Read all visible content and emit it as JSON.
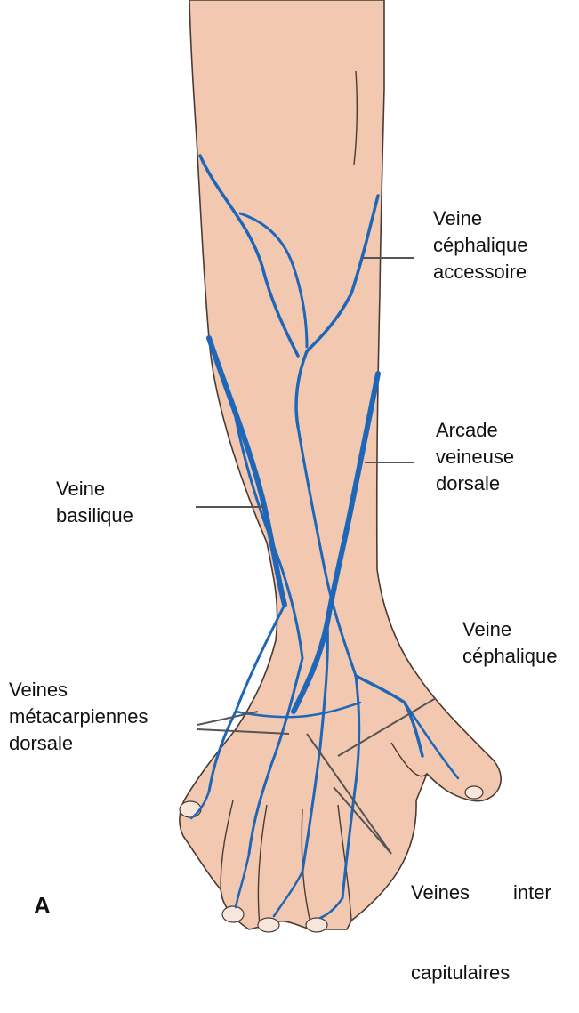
{
  "figure_letter": "A",
  "colors": {
    "skin": "#f2c9b0",
    "skin_outline": "#4a3a33",
    "vein": "#1e67b8",
    "leader_line": "#555555",
    "nail": "#f6e6dc"
  },
  "labels": {
    "cephalique_accessoire": [
      "Veine",
      "céphalique",
      "accessoire"
    ],
    "arcade_dorsale": [
      "Arcade",
      "veineuse",
      "dorsale"
    ],
    "basilique": [
      "Veine",
      "basilique"
    ],
    "cephalique": [
      "Veine",
      "céphalique"
    ],
    "metacarpiennes": [
      "Veines",
      "métacarpiennes",
      "dorsale"
    ],
    "inter_capitulaires": [
      "Veines        inter",
      "capitulaires"
    ]
  }
}
